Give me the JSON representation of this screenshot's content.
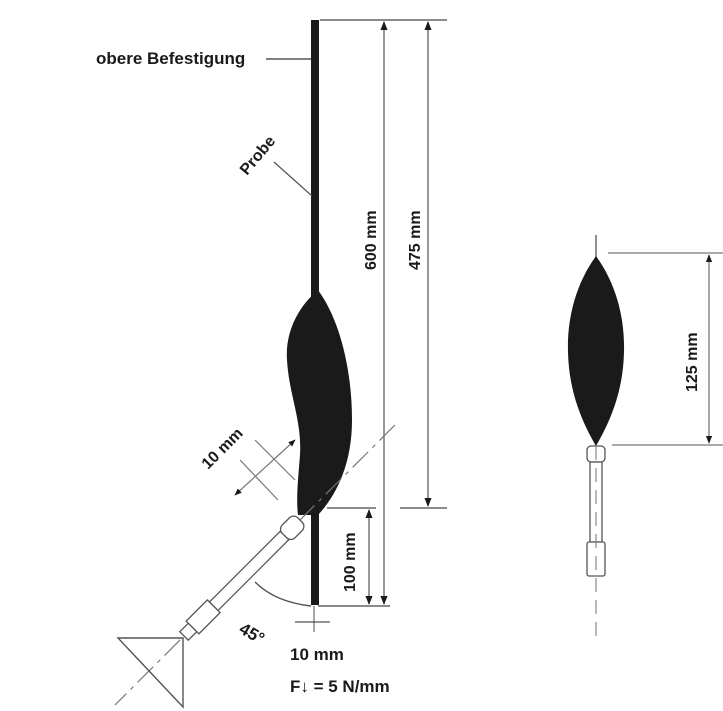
{
  "labels": {
    "upper_fixing": "obere Befestigung",
    "sample": "Probe",
    "dim_600": "600 mm",
    "dim_475": "475 mm",
    "dim_100": "100 mm",
    "dim_10_diag": "10 mm",
    "angle": "45°",
    "dim_10_bottom": "10 mm",
    "force": "F↓ = 5 N/mm",
    "dim_125": "125 mm"
  },
  "colors": {
    "ink": "#1a1a1a",
    "line": "#555555",
    "thin": "#777777"
  }
}
